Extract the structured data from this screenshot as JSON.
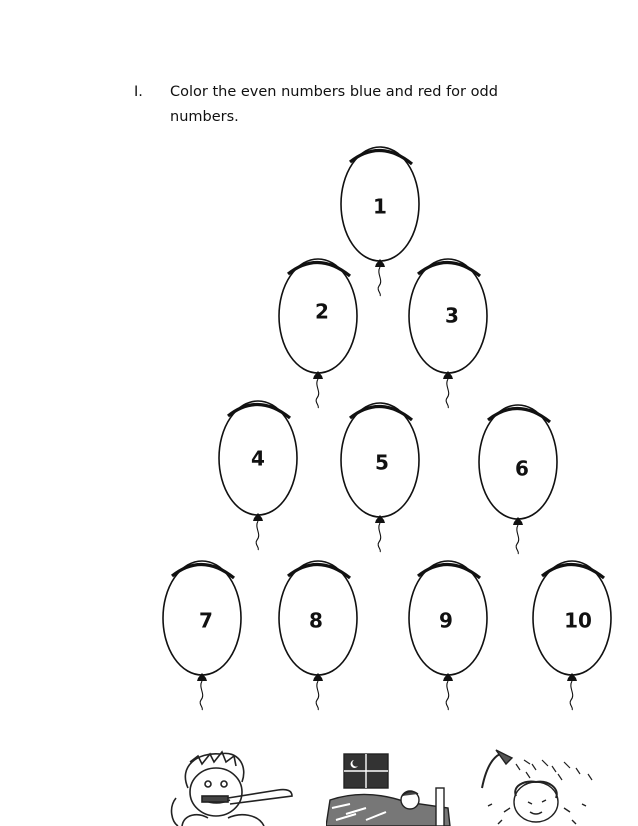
{
  "instruction": {
    "number": "I.",
    "text": "Color the even numbers blue and red for odd numbers."
  },
  "balloons": [
    {
      "label": "1"
    },
    {
      "label": "2"
    },
    {
      "label": "3"
    },
    {
      "label": "4"
    },
    {
      "label": "5"
    },
    {
      "label": "6"
    },
    {
      "label": "7"
    },
    {
      "label": "8"
    },
    {
      "label": "9"
    },
    {
      "label": "10"
    }
  ],
  "illustrations": [
    "boy-brushing-teeth",
    "child-sleeping-in-bed",
    "child-taking-shower"
  ]
}
